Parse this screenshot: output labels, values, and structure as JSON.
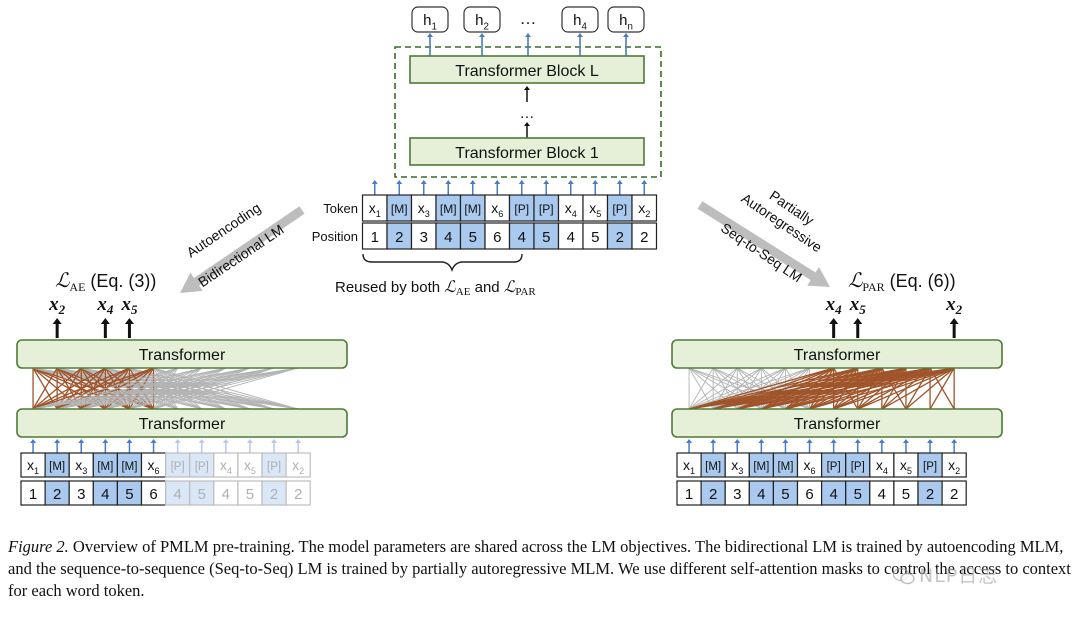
{
  "top": {
    "outputs": [
      "h",
      "h",
      "…",
      "h",
      "h"
    ],
    "output_subs": [
      "1",
      "2",
      "",
      "4",
      "n"
    ],
    "block_top": "Transformer Block L",
    "block_bottom": "Transformer Block 1",
    "ellipsis": "…",
    "row_label_token": "Token",
    "row_label_position": "Position",
    "tokens": [
      {
        "base": "x",
        "sub": "1",
        "hl": false
      },
      {
        "base": "[M]",
        "sub": "",
        "hl": true
      },
      {
        "base": "x",
        "sub": "3",
        "hl": false
      },
      {
        "base": "[M]",
        "sub": "",
        "hl": true
      },
      {
        "base": "[M]",
        "sub": "",
        "hl": true
      },
      {
        "base": "x",
        "sub": "6",
        "hl": false
      },
      {
        "base": "[P]",
        "sub": "",
        "hl": true
      },
      {
        "base": "[P]",
        "sub": "",
        "hl": true
      },
      {
        "base": "x",
        "sub": "4",
        "hl": false
      },
      {
        "base": "x",
        "sub": "5",
        "hl": false
      },
      {
        "base": "[P]",
        "sub": "",
        "hl": true
      },
      {
        "base": "x",
        "sub": "2",
        "hl": false
      }
    ],
    "positions": [
      {
        "v": "1",
        "hl": false
      },
      {
        "v": "2",
        "hl": true
      },
      {
        "v": "3",
        "hl": false
      },
      {
        "v": "4",
        "hl": true
      },
      {
        "v": "5",
        "hl": true
      },
      {
        "v": "6",
        "hl": false
      },
      {
        "v": "4",
        "hl": true
      },
      {
        "v": "5",
        "hl": true
      },
      {
        "v": "4",
        "hl": false
      },
      {
        "v": "5",
        "hl": false
      },
      {
        "v": "2",
        "hl": true
      },
      {
        "v": "2",
        "hl": false
      }
    ],
    "reused_text": "Reused by both ",
    "reused_and": " and "
  },
  "left_arrow_text": [
    "Autoencoding",
    "Bidirectional LM"
  ],
  "right_arrow_text": [
    "Partially",
    "Autoregressive",
    "Seq-to-Seq LM"
  ],
  "left_panel": {
    "loss_base": "ℒ",
    "loss_sub": "AE",
    "loss_ref": "(Eq. (3))",
    "targets": [
      {
        "base": "x",
        "sub": "2"
      },
      {
        "base": "x",
        "sub": "4"
      },
      {
        "base": "x",
        "sub": "5"
      }
    ],
    "upper": "Transformer",
    "lower": "Transformer",
    "tokens": [
      {
        "base": "x",
        "sub": "1",
        "hl": false,
        "dim": false
      },
      {
        "base": "[M]",
        "sub": "",
        "hl": true,
        "dim": false
      },
      {
        "base": "x",
        "sub": "3",
        "hl": false,
        "dim": false
      },
      {
        "base": "[M]",
        "sub": "",
        "hl": true,
        "dim": false
      },
      {
        "base": "[M]",
        "sub": "",
        "hl": true,
        "dim": false
      },
      {
        "base": "x",
        "sub": "6",
        "hl": false,
        "dim": false
      },
      {
        "base": "[P]",
        "sub": "",
        "hl": true,
        "dim": true
      },
      {
        "base": "[P]",
        "sub": "",
        "hl": true,
        "dim": true
      },
      {
        "base": "x",
        "sub": "4",
        "hl": false,
        "dim": true
      },
      {
        "base": "x",
        "sub": "5",
        "hl": false,
        "dim": true
      },
      {
        "base": "[P]",
        "sub": "",
        "hl": true,
        "dim": true
      },
      {
        "base": "x",
        "sub": "2",
        "hl": false,
        "dim": true
      }
    ],
    "positions": [
      {
        "v": "1",
        "hl": false,
        "dim": false
      },
      {
        "v": "2",
        "hl": true,
        "dim": false
      },
      {
        "v": "3",
        "hl": false,
        "dim": false
      },
      {
        "v": "4",
        "hl": true,
        "dim": false
      },
      {
        "v": "5",
        "hl": true,
        "dim": false
      },
      {
        "v": "6",
        "hl": false,
        "dim": false
      },
      {
        "v": "4",
        "hl": true,
        "dim": true
      },
      {
        "v": "5",
        "hl": true,
        "dim": true
      },
      {
        "v": "4",
        "hl": false,
        "dim": true
      },
      {
        "v": "5",
        "hl": false,
        "dim": true
      },
      {
        "v": "2",
        "hl": true,
        "dim": true
      },
      {
        "v": "2",
        "hl": false,
        "dim": true
      }
    ]
  },
  "right_panel": {
    "loss_base": "ℒ",
    "loss_sub": "PAR",
    "loss_ref": "(Eq. (6))",
    "targets": [
      {
        "base": "x",
        "sub": "4"
      },
      {
        "base": "x",
        "sub": "5"
      },
      {
        "base": "x",
        "sub": "2"
      }
    ],
    "upper": "Transformer",
    "lower": "Transformer",
    "tokens": [
      {
        "base": "x",
        "sub": "1",
        "hl": false,
        "dim": false
      },
      {
        "base": "[M]",
        "sub": "",
        "hl": true,
        "dim": false
      },
      {
        "base": "x",
        "sub": "3",
        "hl": false,
        "dim": false
      },
      {
        "base": "[M]",
        "sub": "",
        "hl": true,
        "dim": false
      },
      {
        "base": "[M]",
        "sub": "",
        "hl": true,
        "dim": false
      },
      {
        "base": "x",
        "sub": "6",
        "hl": false,
        "dim": false
      },
      {
        "base": "[P]",
        "sub": "",
        "hl": true,
        "dim": false
      },
      {
        "base": "[P]",
        "sub": "",
        "hl": true,
        "dim": false
      },
      {
        "base": "x",
        "sub": "4",
        "hl": false,
        "dim": false
      },
      {
        "base": "x",
        "sub": "5",
        "hl": false,
        "dim": false
      },
      {
        "base": "[P]",
        "sub": "",
        "hl": true,
        "dim": false
      },
      {
        "base": "x",
        "sub": "2",
        "hl": false,
        "dim": false
      }
    ],
    "positions": [
      {
        "v": "1",
        "hl": false,
        "dim": false
      },
      {
        "v": "2",
        "hl": true,
        "dim": false
      },
      {
        "v": "3",
        "hl": false,
        "dim": false
      },
      {
        "v": "4",
        "hl": true,
        "dim": false
      },
      {
        "v": "5",
        "hl": true,
        "dim": false
      },
      {
        "v": "6",
        "hl": false,
        "dim": false
      },
      {
        "v": "4",
        "hl": true,
        "dim": false
      },
      {
        "v": "5",
        "hl": true,
        "dim": false
      },
      {
        "v": "4",
        "hl": false,
        "dim": false
      },
      {
        "v": "5",
        "hl": false,
        "dim": false
      },
      {
        "v": "2",
        "hl": true,
        "dim": false
      },
      {
        "v": "2",
        "hl": false,
        "dim": false
      }
    ]
  },
  "caption": {
    "label": "Figure 2.",
    "text": " Overview of PMLM pre-training. The model parameters are shared across the LM objectives. The bidirectional LM is trained by autoencoding MLM, and the sequence-to-sequence (Seq-to-Seq) LM is trained by partially autoregressive MLM. We use different self-attention masks to control the access to context for each word token."
  },
  "watermark": "NLP日志",
  "colors": {
    "highlight": "#a9c9ee",
    "block_fill": "#e6f0d9",
    "block_stroke": "#4f7a35",
    "arrow_blue": "#4a7cc4",
    "attn_orange": "#a0542a",
    "attn_gray": "#b3b3b3",
    "big_arrow": "#bdbdbd"
  }
}
